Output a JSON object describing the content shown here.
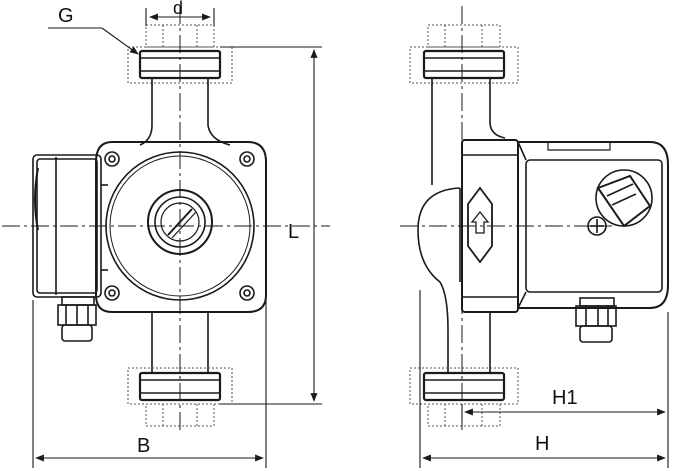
{
  "labels": {
    "G": "G",
    "d": "d",
    "L": "L",
    "B": "B",
    "H1": "H1",
    "H": "H"
  },
  "colors": {
    "line": "#1a1a1a",
    "fill": "#ffffff",
    "dotted": "#555555"
  }
}
